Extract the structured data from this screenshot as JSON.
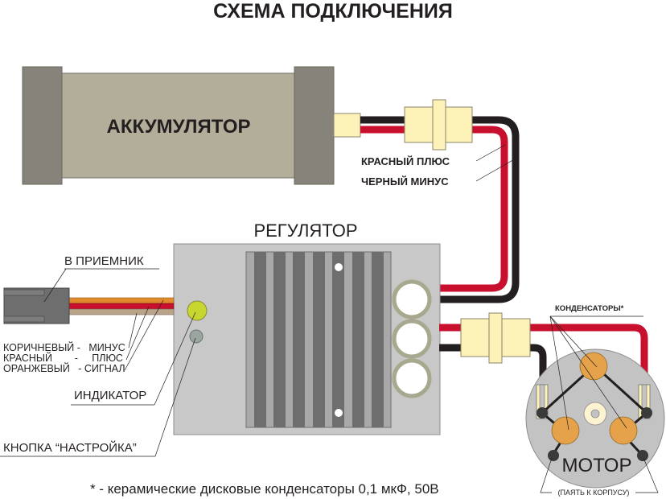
{
  "title": "СХЕМА ПОДКЛЮЧЕНИЯ",
  "battery": {
    "label": "АККУМУЛЯТОР",
    "wire_labels": {
      "red": "КРАСНЫЙ ПЛЮС",
      "black": "ЧЕРНЫЙ МИНУС"
    }
  },
  "regulator": {
    "label": "РЕГУЛЯТОР",
    "receiver_label": "В ПРИЕМНИК",
    "servo_wires": [
      {
        "color_name": "КОРИЧНЕВЫЙ",
        "sep": "-",
        "function": "МИНУС"
      },
      {
        "color_name": "КРАСНЫЙ",
        "sep": "-",
        "function": "ПЛЮС"
      },
      {
        "color_name": "ОРАНЖЕВЫЙ",
        "sep": "- СИГНАЛ",
        "function": ""
      }
    ],
    "servo_line_1": "КОРИЧНЕВЫЙ -   МИНУС",
    "servo_line_2": "КРАСНЫЙ        -     ПЛЮС",
    "servo_line_3": "ОРАНЖЕВЫЙ   - СИГНАЛ",
    "indicator_label": "ИНДИКАТОР",
    "button_label": "КНОПКА  “НАСТРОЙКА”"
  },
  "motor": {
    "label": "МОТОР",
    "capacitors_label": "КОНДЕНСАТОРЫ*",
    "solder_label": "(ПАЯТЬ К КОРПУСУ)"
  },
  "footnote": "* - керамические дисковые конденсаторы 0,1 мкФ, 50В",
  "colors": {
    "wire_red": "#c8102e",
    "wire_black": "#231f20",
    "wire_orange": "#e08a2a",
    "wire_brown": "#b9a48a",
    "battery_body": "#b2ae9a",
    "battery_cap": "#86847a",
    "connector": "#fdf3b8",
    "regulator_body": "#c8c8c8",
    "heatsink_dark": "#6e6e6e",
    "heatsink_light": "#a9a9a9",
    "indicator_led": "#c8d630",
    "setup_button": "#9aa5a0",
    "capacitor": "#e5a24a",
    "motor_body": "#c3c3c3"
  }
}
